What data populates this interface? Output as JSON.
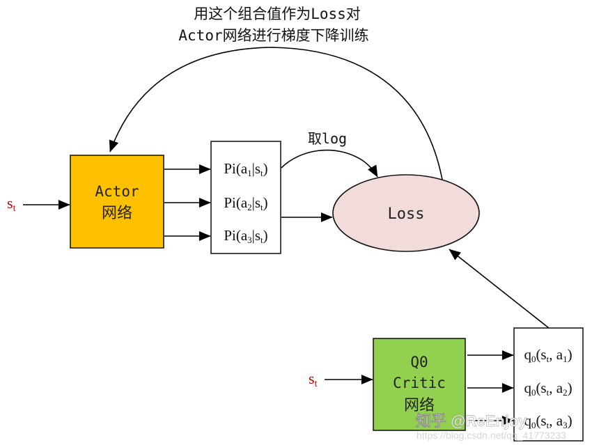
{
  "title": {
    "line1": "用这个组合值作为Loss对",
    "line2": "Actor网络进行梯度下降训练"
  },
  "colors": {
    "actor_fill": "#FFC000",
    "critic_fill": "#92D050",
    "loss_fill": "#F2DCDB",
    "state_label": "#C00000",
    "stroke": "#000000"
  },
  "actor": {
    "input_label": "s",
    "input_sub": "t",
    "line1": "Actor",
    "line2": "网络"
  },
  "policy_outputs": [
    {
      "prefix": "Pi(a",
      "sub_a": "1",
      "mid": "|s",
      "sub_s": "t",
      "suffix": ")"
    },
    {
      "prefix": "Pi(a",
      "sub_a": "2",
      "mid": "|s",
      "sub_s": "t",
      "suffix": ")"
    },
    {
      "prefix": "Pi(a",
      "sub_a": "3",
      "mid": "|s",
      "sub_s": "t",
      "suffix": ")"
    }
  ],
  "log_label": "取log",
  "loss": {
    "label": "Loss"
  },
  "critic": {
    "input_label": "s",
    "input_sub": "t",
    "line1": "Q0",
    "line2": "Critic",
    "line3": "网络"
  },
  "q_outputs": [
    {
      "q": "q",
      "q_sub": "0",
      "open": "(s",
      "s_sub": "t",
      "comma": ", a",
      "a_sub": "1",
      "close": ")"
    },
    {
      "q": "q",
      "q_sub": "0",
      "open": "(s",
      "s_sub": "t",
      "comma": ", a",
      "a_sub": "2",
      "close": ")"
    },
    {
      "q": "q",
      "q_sub": "0",
      "open": "(s",
      "s_sub": "t",
      "comma": ", a",
      "a_sub": "3",
      "close": ")"
    }
  ],
  "watermark": {
    "zhihu": "知乎 @ReEnjoy",
    "csdn": "https://blog.csdn.net/qq_41773233"
  }
}
